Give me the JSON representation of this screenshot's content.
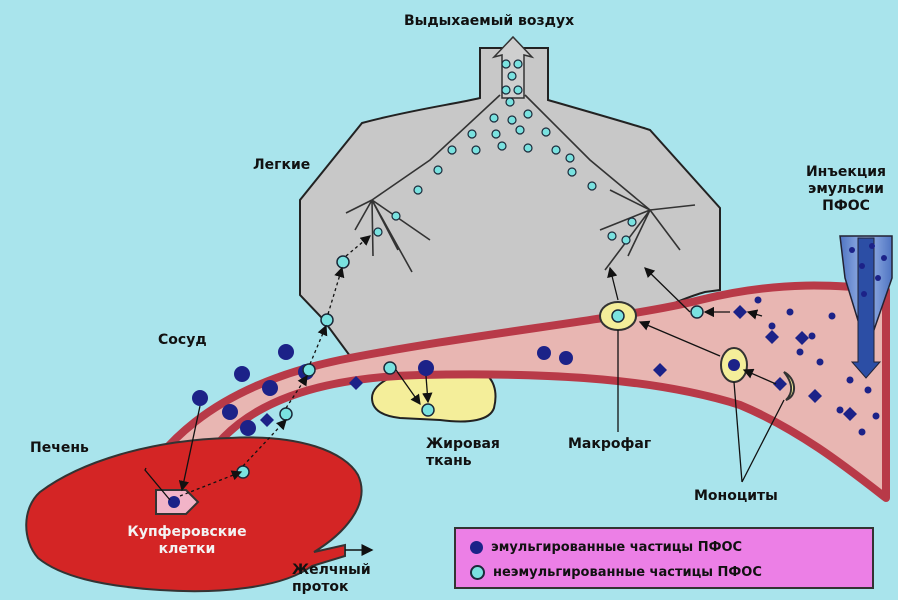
{
  "labels": {
    "exhaled_air": "Выдыхаемый воздух",
    "lungs": "Легкие",
    "injection_line1": "Инъекция",
    "injection_line2": "эмульсии",
    "injection_line3": "ПФОС",
    "vessel": "Сосуд",
    "liver": "Печень",
    "kupffer_line1": "Купферовские",
    "kupffer_line2": "клетки",
    "bile_line1": "Желчный",
    "bile_line2": "проток",
    "fat_line1": "Жировая",
    "fat_line2": "ткань",
    "macrophage": "Макрофаг",
    "monocytes": "Моноциты"
  },
  "legend": {
    "emulsified": "эмульгированные  частицы  ПФОС",
    "unemulsified": "неэмульгированные  частицы  ПФОС"
  },
  "colors": {
    "background": "#a9e4ec",
    "lungs": "#c8c8c8",
    "vessel": "#e8b6b2",
    "vessel_edge": "#b83a48",
    "liver": "#d42525",
    "fat": "#f4ee9a",
    "emulsified_particle": "#1c2288",
    "unemulsified_particle": "#7ae2e0",
    "legend_background": "#ec7fe6"
  }
}
